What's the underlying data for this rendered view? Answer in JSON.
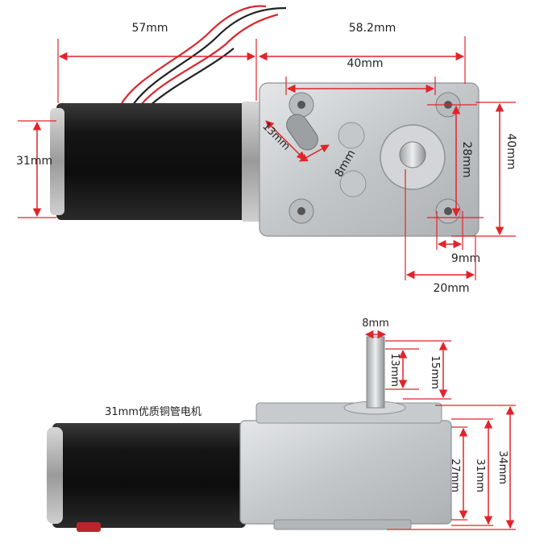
{
  "top_view": {
    "motor_length": "57mm",
    "gearbox_length": "58.2mm",
    "hole_spacing_horizontal": "40mm",
    "motor_diameter": "31mm",
    "gearbox_height": "40mm",
    "hole_spacing_vertical": "28mm",
    "slot_length": "13mm",
    "slot_width": "8mm",
    "hole_to_edge": "9mm",
    "shaft_to_edge": "20mm"
  },
  "bottom_view": {
    "caption": "31mm优质铜管电机",
    "shaft_diameter": "8mm",
    "shaft_flat_length": "13mm",
    "shaft_length": "15mm",
    "gearbox_thickness_inner": "27mm",
    "gearbox_thickness": "31mm",
    "total_height": "34mm"
  },
  "colors": {
    "dimension_line": "#e0242b",
    "motor_body": "#1b1b1b",
    "gearbox": "#c9cccf",
    "text": "#222222"
  }
}
